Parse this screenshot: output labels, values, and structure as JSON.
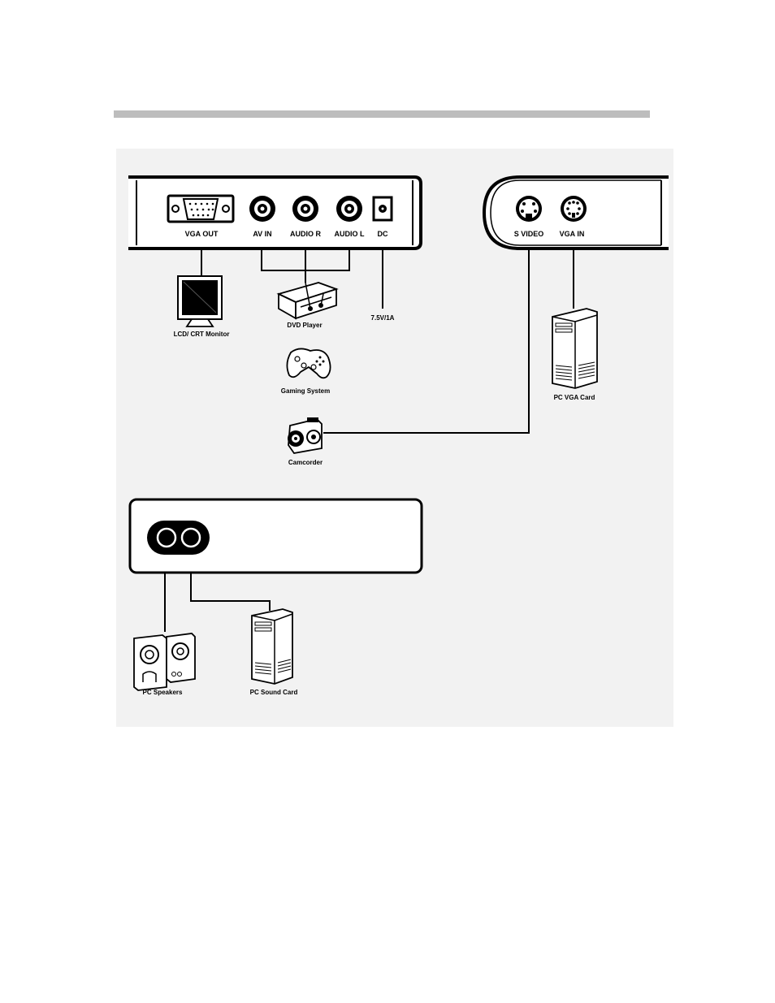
{
  "rear_panel": {
    "ports": {
      "vga_out": "VGA OUT",
      "av_in": "AV IN",
      "audio_r": "AUDIO R",
      "audio_l": "AUDIO L",
      "dc": "DC"
    }
  },
  "front_panel": {
    "ports": {
      "s_video": "S VIDEO",
      "vga_in": "VGA IN"
    }
  },
  "devices": {
    "monitor": "LCD/ CRT Monitor",
    "dvd": "DVD Player",
    "power": "7.5V/1A",
    "gaming": "Gaming System",
    "camcorder": "Camcorder",
    "pc_vga": "PC VGA Card",
    "speakers": "PC Speakers",
    "pc_sound": "PC Sound Card"
  },
  "colors": {
    "header_bar": "#bdbdbd",
    "diagram_bg": "#f2f2f2",
    "line": "#000000"
  }
}
